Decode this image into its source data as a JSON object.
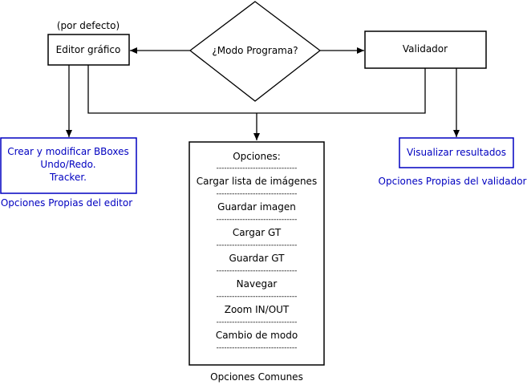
{
  "diagram": {
    "decision": {
      "label": "¿Modo Programa?"
    },
    "editor": {
      "label": "Editor gráfico",
      "default_note": "(por defecto)"
    },
    "validator": {
      "label": "Validador"
    },
    "editor_options": {
      "lines": [
        "Crear y modificar BBoxes",
        "Undo/Redo.",
        "Tracker."
      ],
      "caption": "Opciones Propias del editor"
    },
    "validator_options": {
      "label": "Visualizar resultados",
      "caption": "Opciones Propias del validador"
    },
    "common_options": {
      "title": "Opciones:",
      "items": [
        "Cargar lista de imágenes",
        "Guardar imagen",
        "Cargar GT",
        "Guardar GT",
        "Navegar",
        "Zoom IN/OUT",
        "Cambio de modo"
      ],
      "separator": "-------------------------------",
      "caption": "Opciones Comunes"
    },
    "colors": {
      "stroke": "#000000",
      "accent": "#0000c0"
    }
  }
}
